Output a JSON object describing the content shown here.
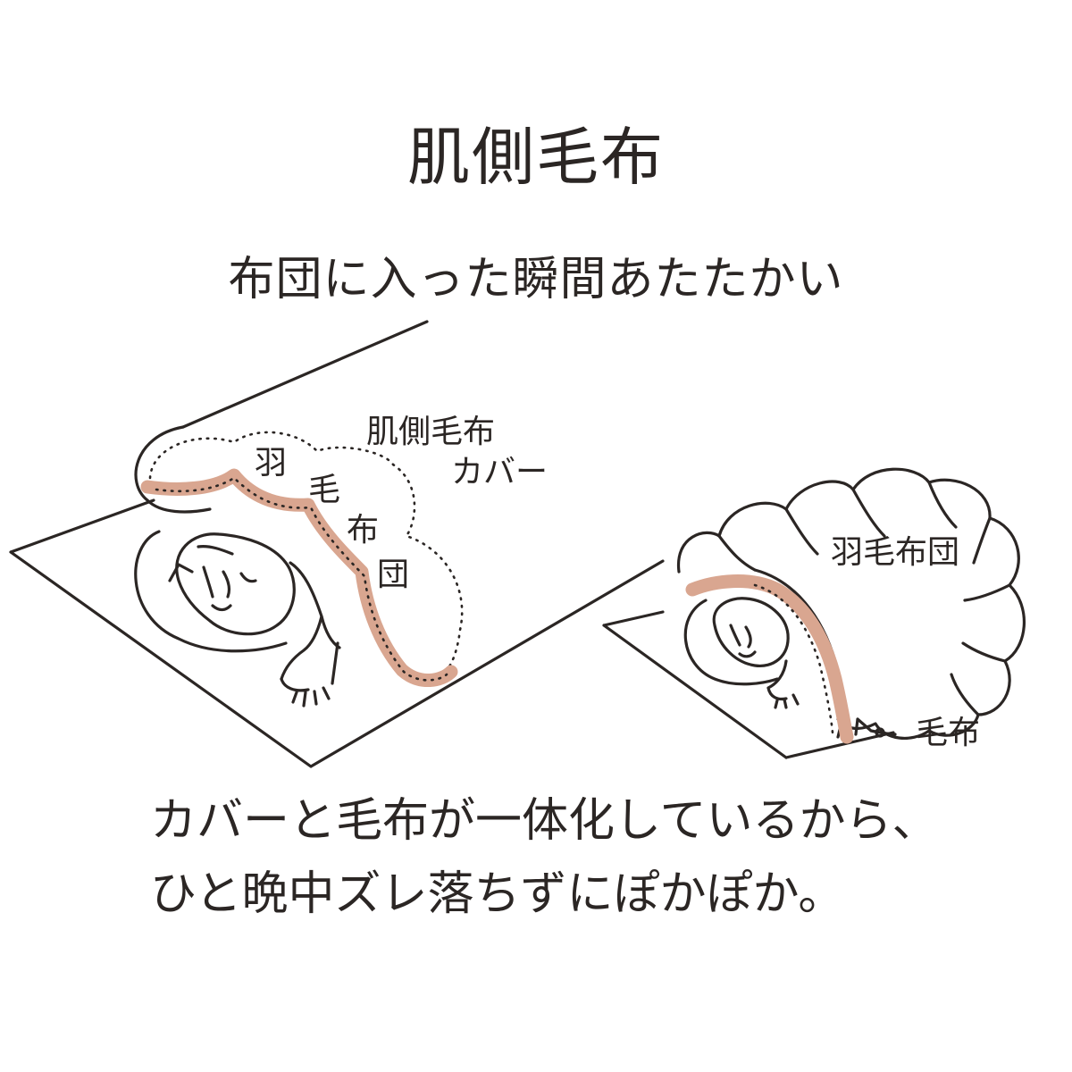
{
  "title": "肌側毛布",
  "subtitle": "布団に入った瞬間あたたかい",
  "illustration_left": {
    "label_cover_line1": "肌側毛布",
    "label_cover_line2": "カバー",
    "label_futon": [
      "羽",
      "毛",
      "布",
      "団"
    ]
  },
  "illustration_right": {
    "label_futon": "羽毛布団",
    "label_blanket": "毛布"
  },
  "caption": {
    "line1": "カバーと毛布が一体化しているから、",
    "line2": "ひと晩中ズレ落ちずにぽかぽか。"
  },
  "colors": {
    "ink": "#2b2624",
    "accent": "#d9a690",
    "background": "#ffffff"
  }
}
